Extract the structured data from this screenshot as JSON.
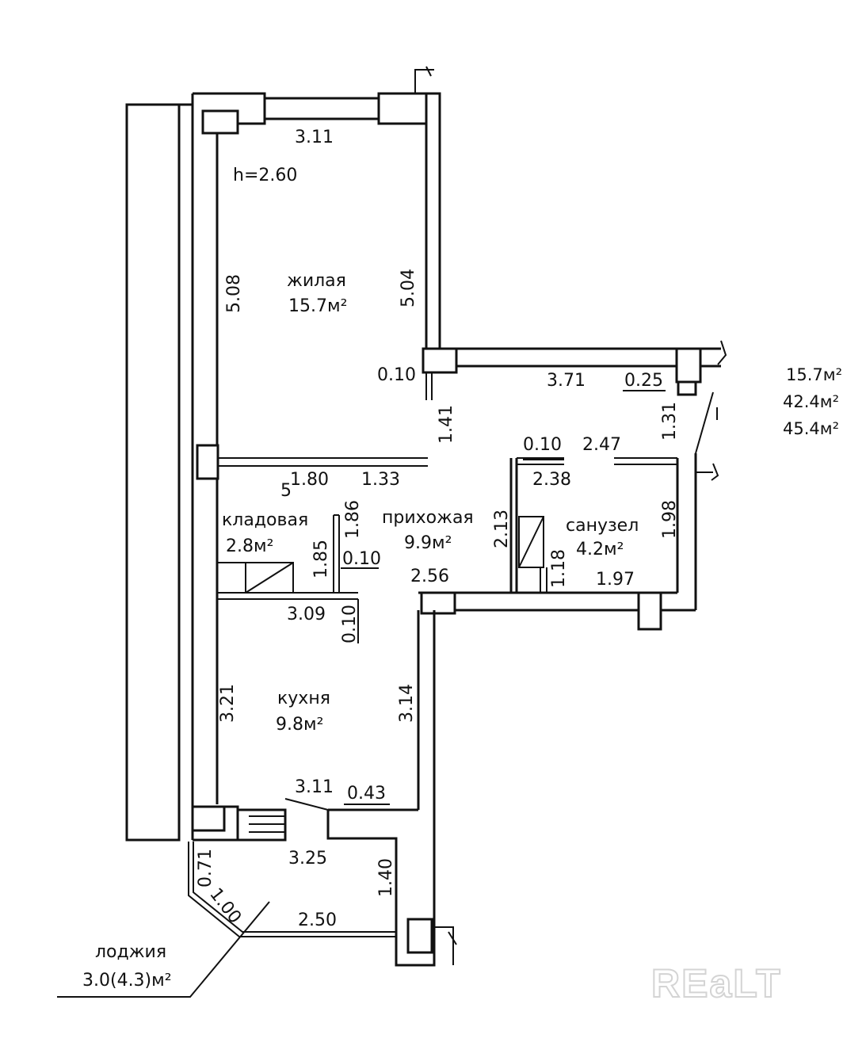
{
  "ceiling_height": "h=2.60",
  "rooms": {
    "living": {
      "name": "жилая",
      "area": "15.7м²"
    },
    "storage": {
      "name": "кладовая",
      "area": "2.8м²"
    },
    "hall": {
      "name": "прихожая",
      "area": "9.9м²"
    },
    "bathroom": {
      "name": "санузел",
      "area": "4.2м²"
    },
    "kitchen": {
      "name": "кухня",
      "area": "9.8м²"
    },
    "loggia": {
      "name": "лоджия",
      "area": "3.0(4.3)м²"
    }
  },
  "area_summary": [
    "15.7м²",
    "42.4м²",
    "45.4м²"
  ],
  "dims": {
    "top_311": "3.11",
    "left_508": "5.08",
    "inner_504": "5.04",
    "d_010_a": "0.10",
    "top_371": "3.71",
    "d_025": "0.25",
    "d_141": "1.41",
    "d_131": "1.31",
    "d_010_b": "0.10",
    "d_247": "2.47",
    "d_238": "2.38",
    "d_180": "1.80",
    "d_133": "1.33",
    "d_5": "5",
    "d_186": "1.86",
    "d_185": "1.85",
    "d_010_c": "0.10",
    "d_213": "2.13",
    "d_118": "1.18",
    "d_198": "1.98",
    "d_197": "1.97",
    "d_256": "2.56",
    "d_309": "3.09",
    "d_010_d": "0.10",
    "d_321": "3.21",
    "d_314": "3.14",
    "d_311_b": "3.11",
    "d_043": "0.43",
    "d_325": "3.25",
    "d_140": "1.40",
    "d_071": "0.71",
    "d_100": "1.00",
    "d_250": "2.50"
  },
  "watermark": "REaLT"
}
